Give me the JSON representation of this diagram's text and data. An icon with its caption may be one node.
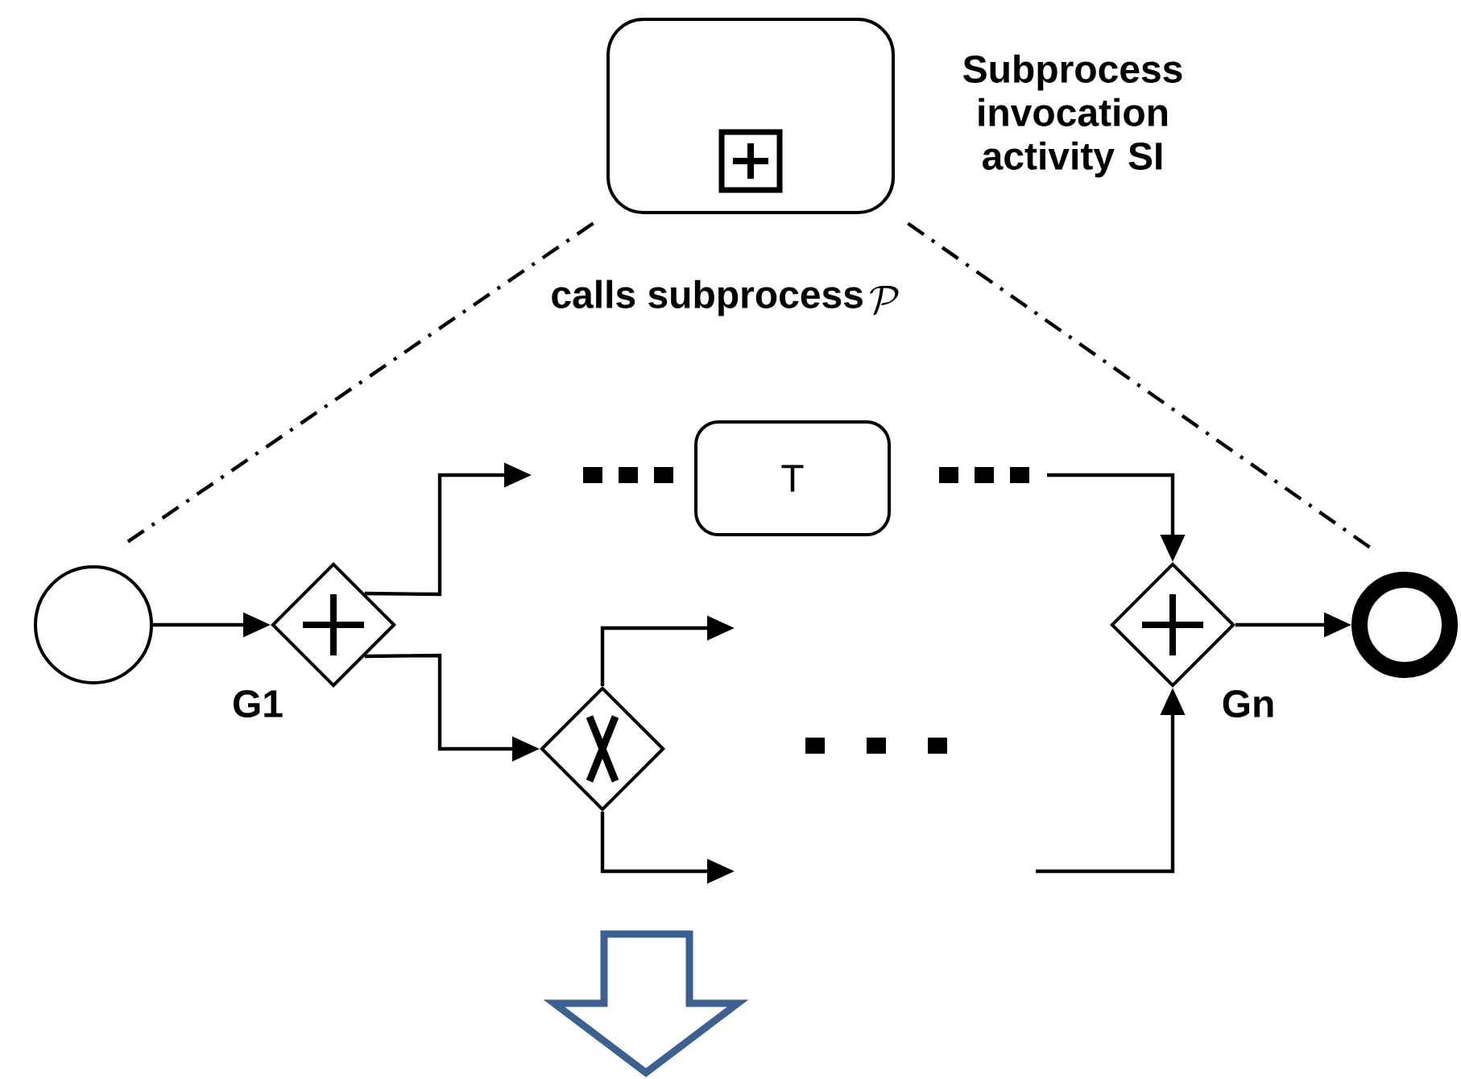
{
  "diagram": {
    "nodes": [
      {
        "text": [],
        "shape": "box",
        "beside": [
          "Subprocess invocation activity SI"
        ]
      },
      {
        "text": [],
        "shape": "circle"
      },
      {
        "text": [],
        "shape": "diamond",
        "beside": [
          "G1"
        ]
      },
      {
        "text": [
          "T"
        ]
      },
      {
        "text": [],
        "shape": "diamond"
      },
      {
        "text": [],
        "shape": "diamond",
        "beside": [
          "Gn"
        ]
      },
      {
        "text": [],
        "shape": "circle"
      }
    ],
    "edges": [
      {
        "from": 1,
        "to": 2,
        "arrow": "to"
      },
      {
        "from": 2,
        "to": null,
        "arrow": "to"
      },
      {
        "from": null,
        "to": 5,
        "arrow": "to"
      },
      {
        "from": 2,
        "to": 4,
        "arrow": "to"
      },
      {
        "from": 4,
        "to": null,
        "arrow": "to"
      },
      {
        "from": 4,
        "to": null,
        "arrow": "to"
      },
      {
        "from": null,
        "to": 5,
        "arrow": "to"
      },
      {
        "from": 5,
        "to": 6,
        "arrow": "to"
      },
      {
        "from": 0,
        "to": 1,
        "arrow": "none",
        "style": "dashed"
      },
      {
        "from": 0,
        "to": 6,
        "arrow": "none",
        "style": "dashed"
      }
    ],
    "labels": [
      "calls subprocess",
      "\\mathcal{P}"
    ]
  }
}
